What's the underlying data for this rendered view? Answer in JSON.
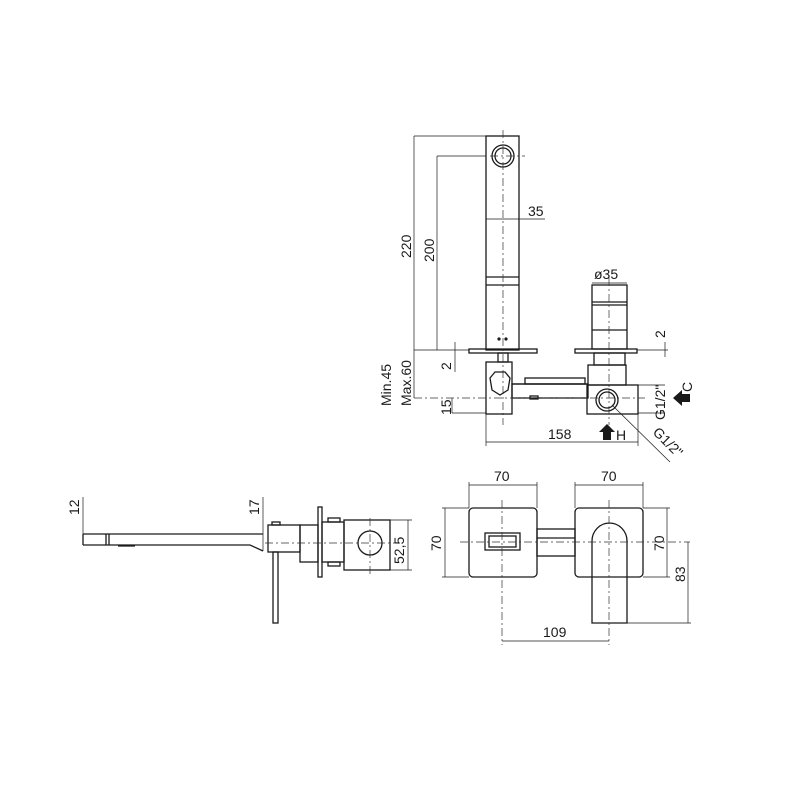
{
  "top_view": {
    "dim_total_height": "220",
    "dim_spout_height": "200",
    "dim_spout_width": "35",
    "dim_cartridge_diameter": "ø35",
    "dim_plate_left": "2",
    "dim_plate_right": "2",
    "dim_wall_min": "Min.45",
    "dim_wall_max": "Max.60",
    "dim_offset": "15",
    "dim_body_length": "158",
    "thread_cold": "G1/2\"",
    "thread_hot": "G1/2\"",
    "cold_label": "C",
    "hot_label": "H"
  },
  "side_view": {
    "dim_spout_thickness": "12",
    "dim_body_thickness": "17",
    "dim_box_depth": "52,5"
  },
  "front_view": {
    "dim_left_plate_width": "70",
    "dim_right_plate_width": "70",
    "dim_left_plate_height": "70",
    "dim_right_plate_height": "70",
    "dim_lever_length": "83",
    "dim_center_distance": "109"
  }
}
